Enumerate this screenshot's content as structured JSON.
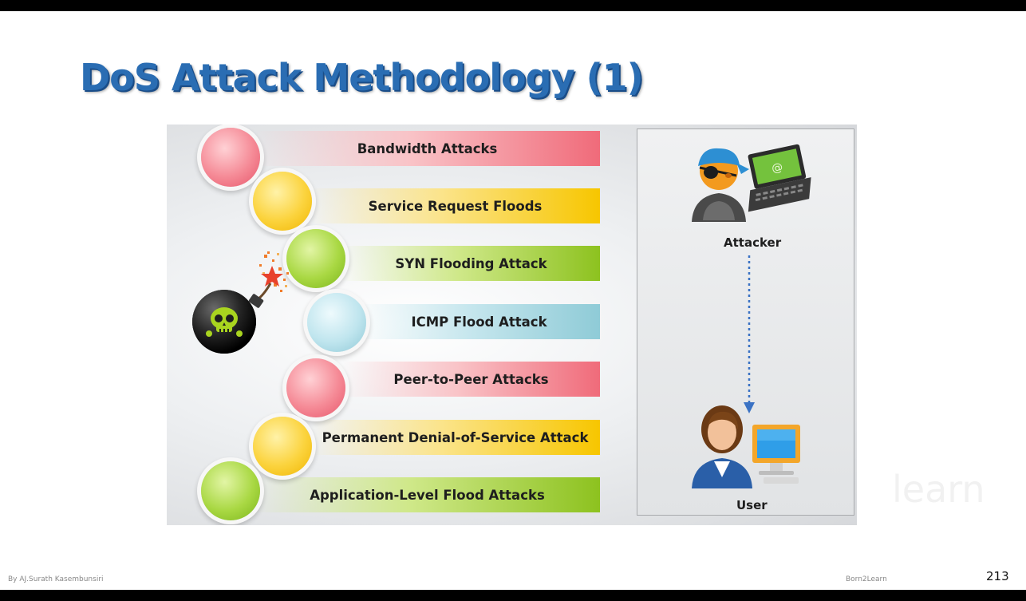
{
  "slide": {
    "title": "DoS Attack Methodology (1)",
    "methods": [
      {
        "label": "Bandwidth Attacks",
        "color": "red"
      },
      {
        "label": "Service Request Floods",
        "color": "yellow"
      },
      {
        "label": "SYN Flooding Attack",
        "color": "green"
      },
      {
        "label": "ICMP Flood Attack",
        "color": "blue"
      },
      {
        "label": "Peer-to-Peer Attacks",
        "color": "red"
      },
      {
        "label": "Permanent Denial-of-Service Attack",
        "color": "yellow"
      },
      {
        "label": "Application-Level Flood Attacks",
        "color": "green"
      }
    ],
    "attacker_label": "Attacker",
    "user_label": "User",
    "laptop_screen_text": "@",
    "watermark": "learn"
  },
  "footer": {
    "author": "By AJ.Surath Kasembunsiri",
    "brand": "Born2Learn",
    "page_number": "213"
  },
  "colors": {
    "title": "#2a6db3",
    "red": "#f06b7a",
    "yellow": "#f7c600",
    "green": "#8dc21f",
    "blue": "#8fcbd7",
    "arrow": "#3a72c4"
  }
}
